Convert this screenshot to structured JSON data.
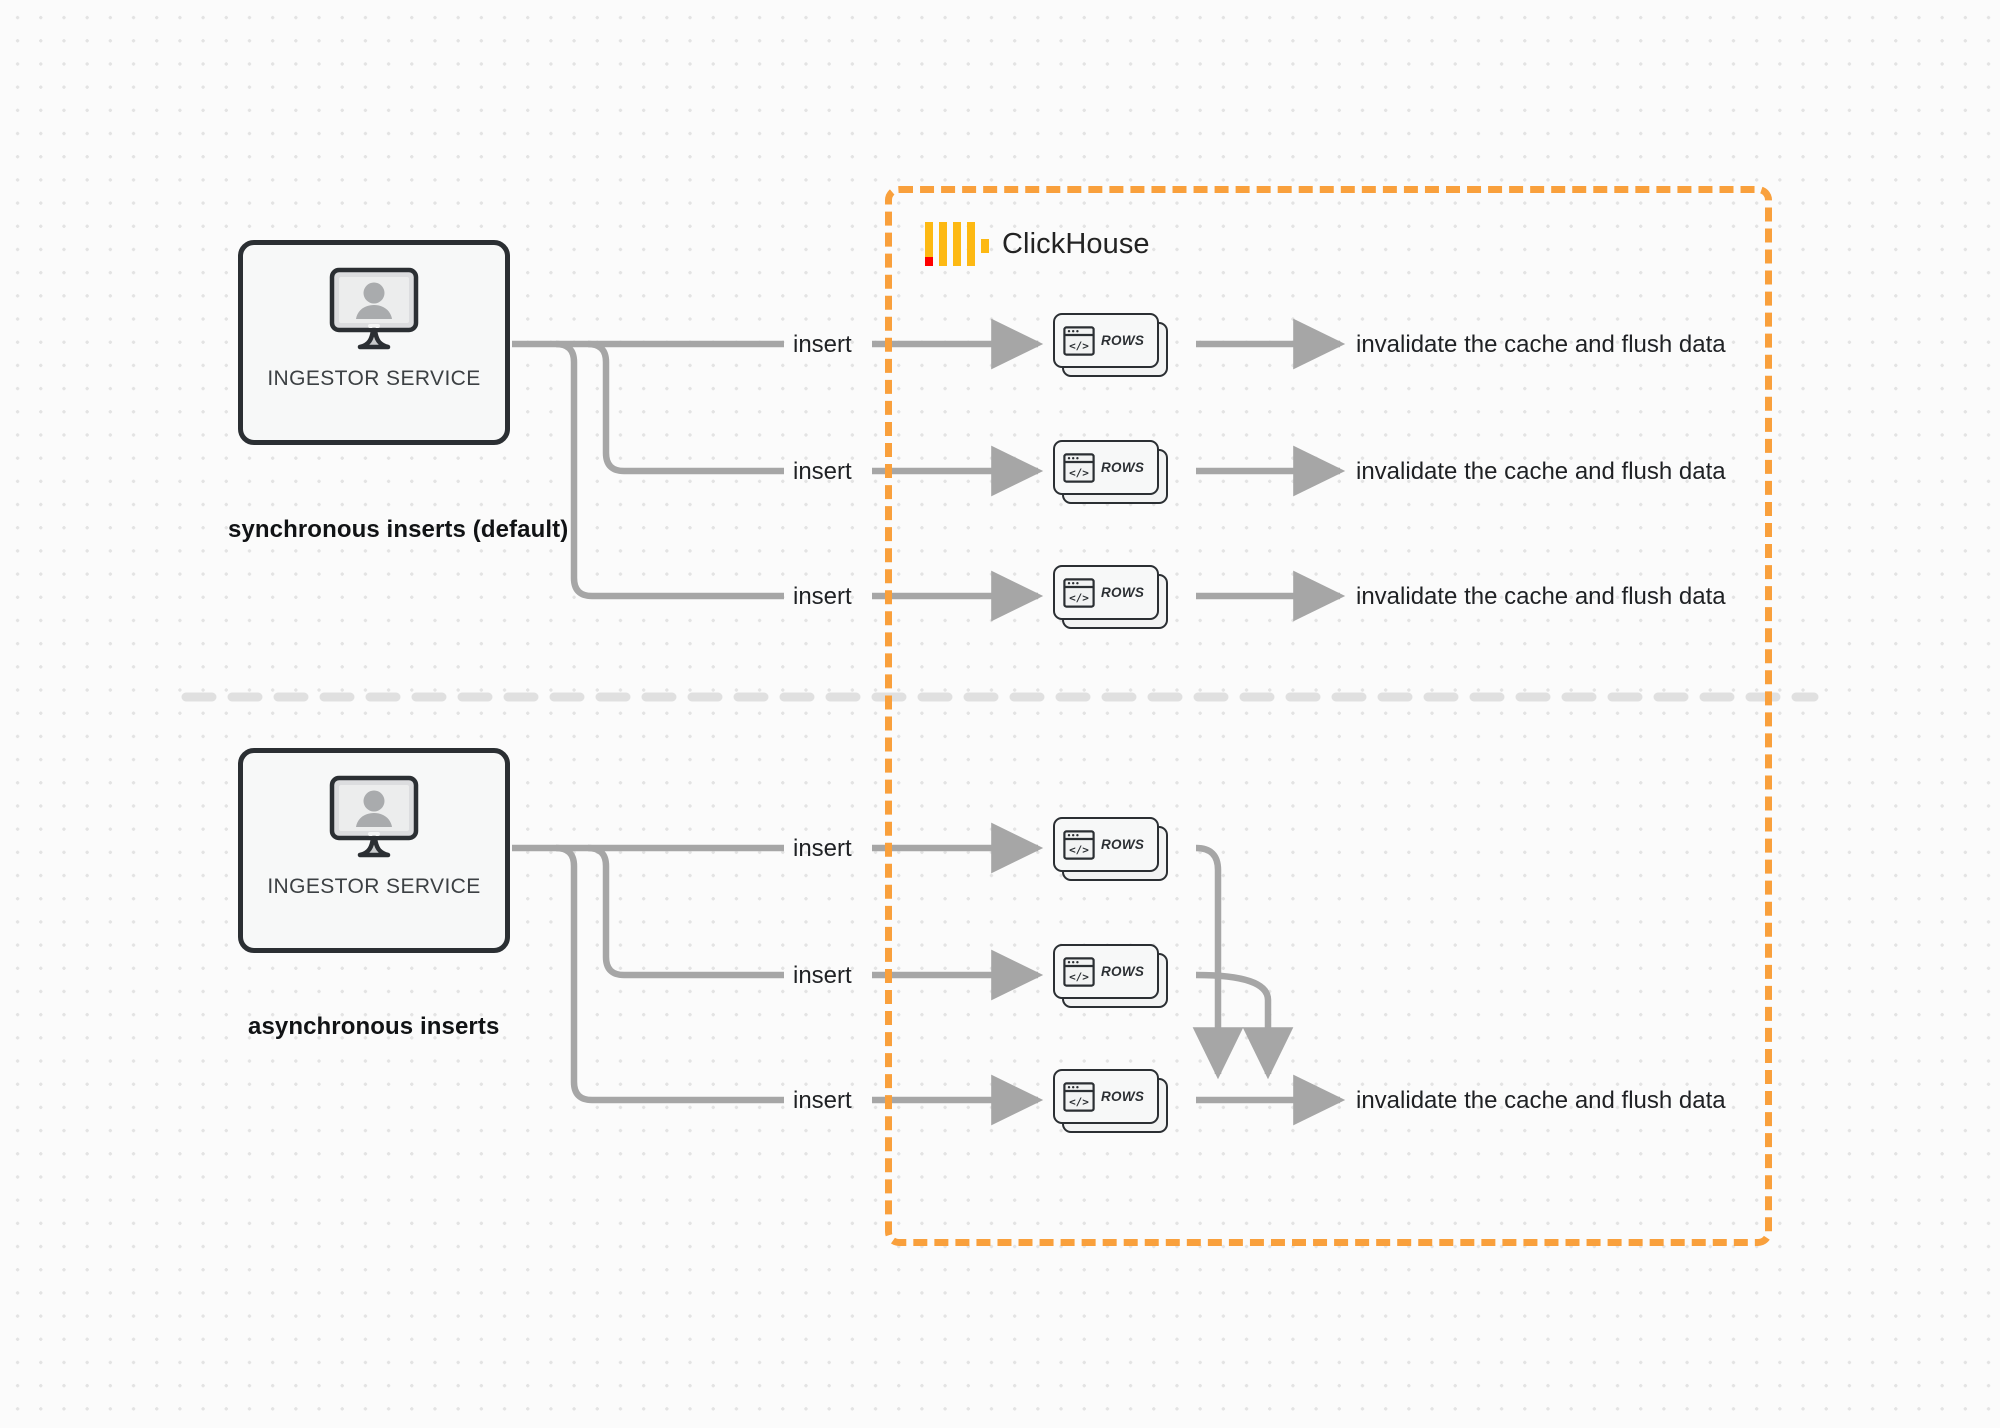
{
  "diagram": {
    "title": "ClickHouse synchronous vs asynchronous inserts",
    "background": "#fbfbfb",
    "accent_orange": "#f9a03c",
    "line_gray": "#a6a6a6",
    "ink": "#2b2f33"
  },
  "clickhouse": {
    "name": "ClickHouse",
    "logo_icon": "clickhouse-logo-icon",
    "boundary_style": "dashed",
    "boundary_color": "#f9a03c"
  },
  "sections": [
    {
      "id": "sync",
      "caption": "synchronous inserts (default)",
      "ingestor": {
        "label": "INGESTOR SERVICE",
        "icon": "monitor-user-icon"
      },
      "rows": [
        {
          "label": "ROWS",
          "icon": "code-window-icon",
          "insert_label": "insert",
          "result_label": "invalidate the cache and flush data"
        },
        {
          "label": "ROWS",
          "icon": "code-window-icon",
          "insert_label": "insert",
          "result_label": "invalidate the cache and flush data"
        },
        {
          "label": "ROWS",
          "icon": "code-window-icon",
          "insert_label": "insert",
          "result_label": "invalidate the cache and flush data"
        }
      ]
    },
    {
      "id": "async",
      "caption": "asynchronous inserts",
      "ingestor": {
        "label": "INGESTOR SERVICE",
        "icon": "monitor-user-icon"
      },
      "rows": [
        {
          "label": "ROWS",
          "icon": "code-window-icon",
          "insert_label": "insert"
        },
        {
          "label": "ROWS",
          "icon": "code-window-icon",
          "insert_label": "insert"
        },
        {
          "label": "ROWS",
          "icon": "code-window-icon",
          "insert_label": "insert"
        }
      ],
      "merged_result_label": "invalidate the cache and flush data"
    }
  ],
  "divider": {
    "style": "dashed",
    "color": "#dedede"
  }
}
